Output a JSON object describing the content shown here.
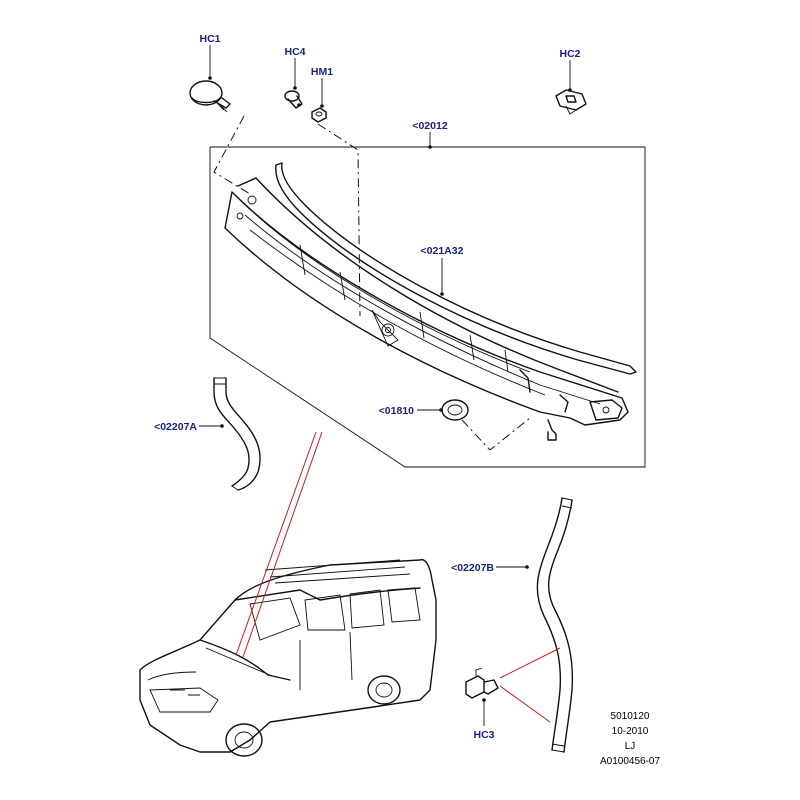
{
  "callouts": {
    "hc1": "HC1",
    "hc4": "HC4",
    "hm1": "HM1",
    "hc2": "HC2",
    "p02012": "<02012",
    "p021a32": "<021A32",
    "p01810": "<01810",
    "p02207a": "<02207A",
    "p02207b": "<02207B",
    "hc3": "HC3"
  },
  "reference_block": {
    "line1": "5010120",
    "line2": "10-2010",
    "line3": "LJ",
    "line4": "A0100456-07"
  },
  "colors": {
    "callout_text": "#1a237e",
    "line_art": "#111111",
    "indicator_lines": "#d11a1a",
    "background": "#ffffff"
  }
}
